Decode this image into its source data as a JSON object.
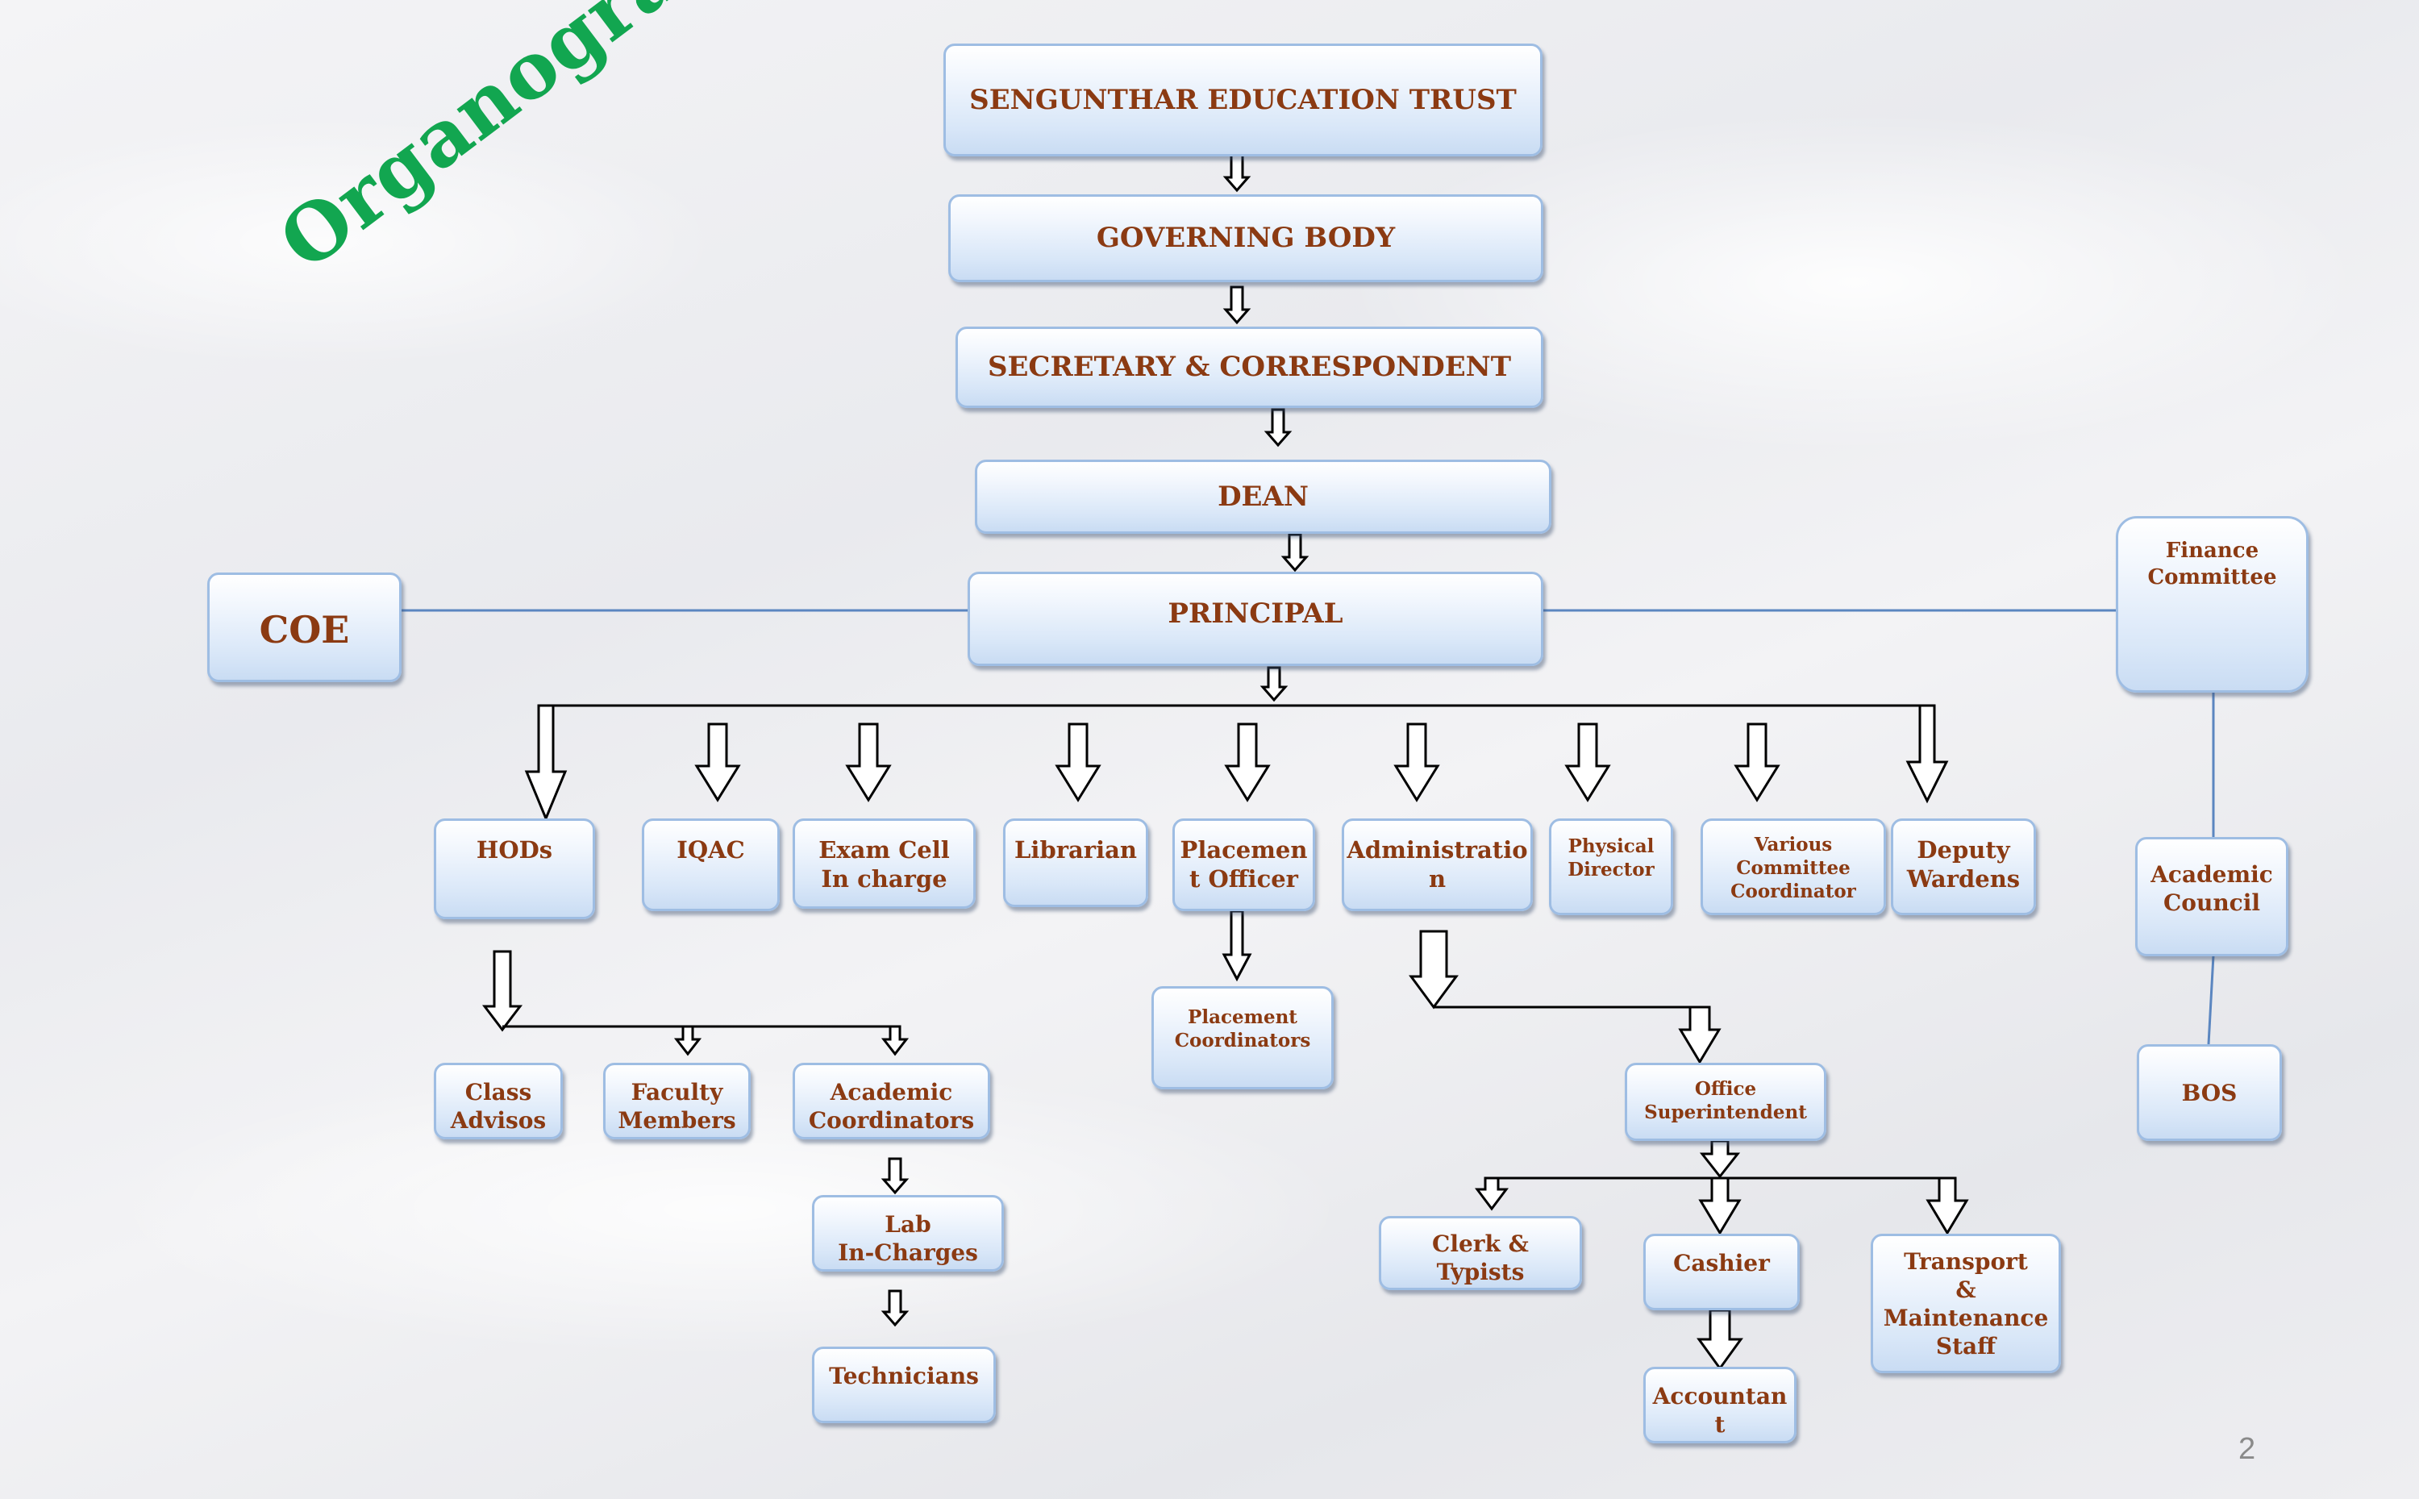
{
  "title": "Organogram",
  "page_number": "2",
  "colors": {
    "title": "#12a650",
    "box_text": "#8b3a12",
    "box_border": "#9ebde3",
    "side_line": "#5b86c0"
  },
  "nodes": {
    "trust": "SENGUNTHAR EDUCATION TRUST",
    "governing_body": "GOVERNING BODY",
    "secretary": "SECRETARY & CORRESPONDENT",
    "dean": "DEAN",
    "principal": "PRINCIPAL",
    "coe": "COE",
    "finance_committee": "Finance\nCommittee",
    "academic_council": "Academic\nCouncil",
    "bos": "BOS",
    "hods": "HODs",
    "iqac": "IQAC",
    "exam_cell": "Exam Cell\nIn charge",
    "librarian": "Librarian",
    "placement_officer": "Placemen\nt Officer",
    "administration": "Administratio\nn",
    "physical_director": "Physical\nDirector",
    "committee_coordinator": "Various\nCommittee\nCoordinator",
    "deputy_wardens": "Deputy\nWardens",
    "class_advisors": "Class\nAdvisos",
    "faculty_members": "Faculty\nMembers",
    "academic_coordinators": "Academic\nCoordinators",
    "lab_incharges": "Lab\nIn-Charges",
    "technicians": "Technicians",
    "placement_coordinators": "Placement\nCoordinators",
    "office_superintendent": "Office\nSuperintendent",
    "clerk_typists": "Clerk &\nTypists",
    "cashier": "Cashier",
    "accountant": "Accountan\nt",
    "transport_staff": "Transport\n&\nMaintenance\nStaff"
  }
}
